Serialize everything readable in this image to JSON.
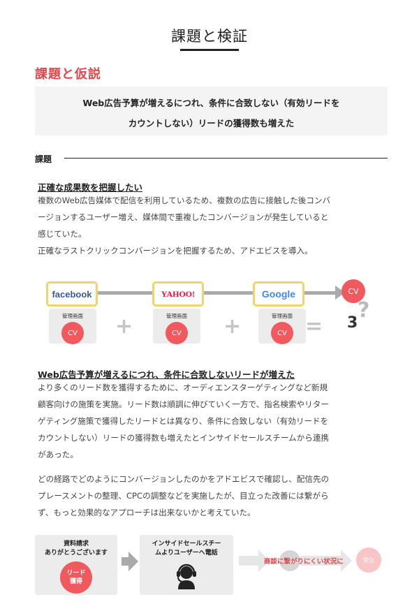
{
  "page_title": "課題と検証",
  "section_heading": "課題と仮説",
  "summary": {
    "line1": "Web広告予算が増えるにつれ、条件に合致しない（有効リードを",
    "line2": "カウントしない）リードの獲得数も増えた"
  },
  "issue_label": "課題",
  "block1": {
    "heading": "正確な成果数を把握したい",
    "lines": [
      "複数のWeb広告媒体で配信を利用しているため、複数の広告に接触した後コンバ",
      "ージョンするユーザー増え、媒体間で重複したコンバージョンが発生していると",
      "感じていた。",
      "正確なラストクリックコンバージョンを把握するため、アドエビスを導入。"
    ]
  },
  "diagram1": {
    "brands": [
      "facebook",
      "YAHOO!",
      "Google"
    ],
    "mgmt_label": "管理画面",
    "cv_label": "CV",
    "plus": "+",
    "equals": "=",
    "result_cv": "CV",
    "result_count": "3",
    "result_question": "?",
    "colors": {
      "facebook": "#3b5998",
      "yahoo": "#ff0033",
      "accent": "#f05a5e",
      "frame": "#f3d36b"
    }
  },
  "block2": {
    "heading": "Web広告予算が増えるにつれ、条件に合致しないリードが増えた",
    "lines": [
      "より多くのリード数を獲得するために、オーディエンスターゲティングなど新規",
      "顧客向けの施策を実施。リード数は順調に伸びていく一方で、指名検索やリター",
      "ゲティング施策で獲得したリードとは異なり、条件に合致しない（有効リードを",
      "カウントしない）リードの獲得数も増えたとインサイドセールスチームから連携",
      "があった。"
    ],
    "lines2": [
      "どの経路でどのようにコンバージョンしたのかをアドエビスで確認し、配信先の",
      "プレースメントの整理、CPCの調整などを実施したが、目立った改善には繋がら",
      "ず、もっと効果的なアプローチは出来ないかと考えていた。"
    ]
  },
  "diagram2": {
    "card1_line1": "資料請求",
    "card1_line2": "ありがとうございます",
    "lead_line1": "リード",
    "lead_line2": "獲得",
    "card2_line1": "インサイドセールスチー",
    "card2_line2": "ムよりユーザーへ電話",
    "headset_icon": "headset-icon",
    "faded1": "商談",
    "faded_text": "商談に繋がりにくい状況に",
    "faded2": "受注"
  }
}
